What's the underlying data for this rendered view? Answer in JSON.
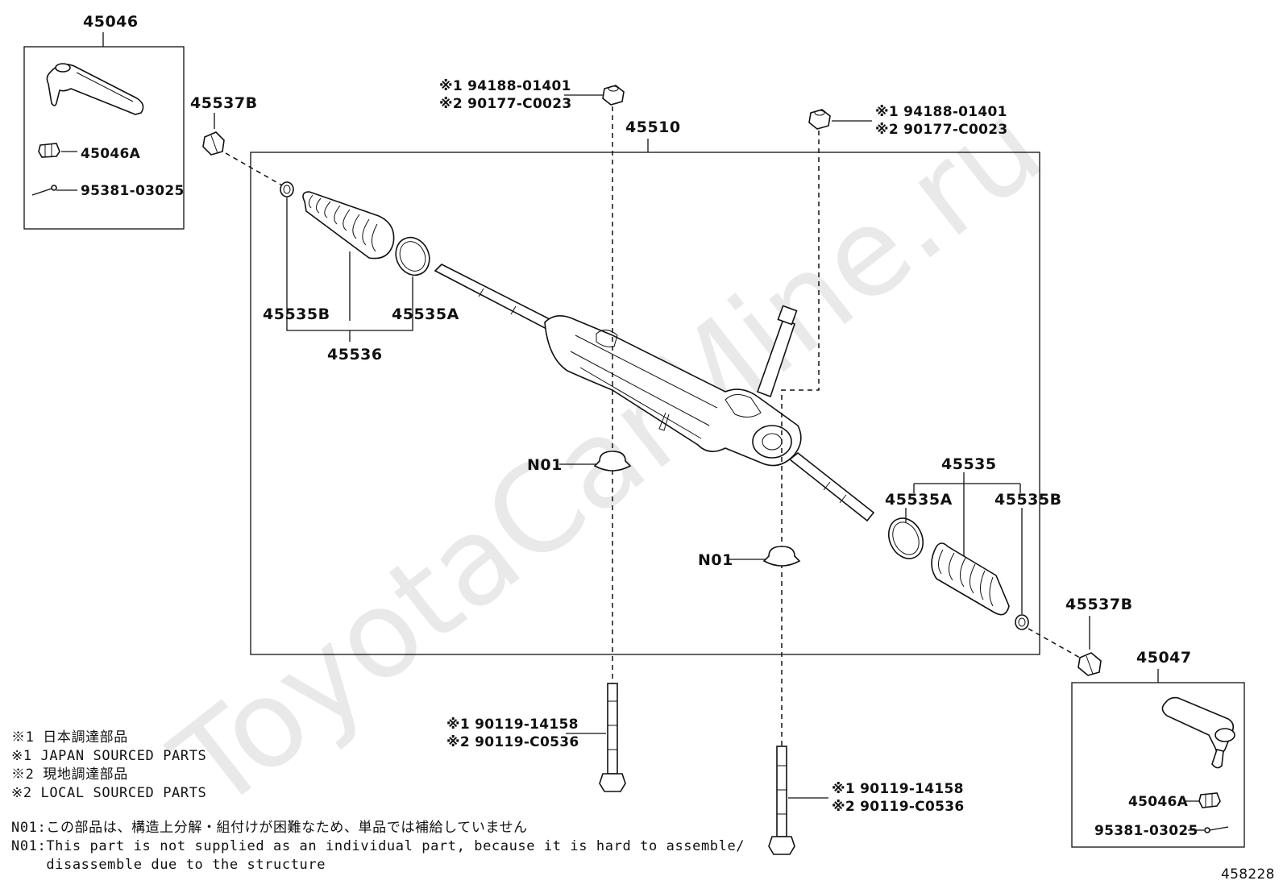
{
  "watermark": "ToyotaCarMine.ru",
  "diagram_id": "458228",
  "labels": {
    "tie_rod_end_left": "45046",
    "tie_rod_end_right": "45047",
    "lock_nut_left": "45046A",
    "lock_nut_right": "45046A",
    "cotter_pin_left": "95381-03025",
    "cotter_pin_right": "95381-03025",
    "plug_left": "45537B",
    "plug_right": "45537B",
    "rack_assembly": "45510",
    "boot_kit_left": "45536",
    "boot_kit_right": "45535",
    "clamp_left": "45535B",
    "clamp_right": "45535B",
    "clip_left": "45535A",
    "clip_right": "45535A",
    "bushing_left": "N01",
    "bushing_right": "N01"
  },
  "nuts": {
    "left": {
      "line1": "※1 94188-01401",
      "line2": "※2 90177-C0023"
    },
    "right": {
      "line1": "※1 94188-01401",
      "line2": "※2 90177-C0023"
    }
  },
  "bolts": {
    "left": {
      "line1": "※1 90119-14158",
      "line2": "※2 90119-C0536"
    },
    "right": {
      "line1": "※1 90119-14158",
      "line2": "※2 90119-C0536"
    }
  },
  "notes": [
    "※1 日本調達部品",
    "※1 JAPAN SOURCED PARTS",
    "※2 現地調達部品",
    "※2 LOCAL SOURCED PARTS",
    "N01:この部品は、構造上分解・組付けが困難なため、単品では補給していません",
    "N01:This part is not supplied as an individual part, because it is hard to assemble/",
    "    disassemble due to the structure"
  ]
}
